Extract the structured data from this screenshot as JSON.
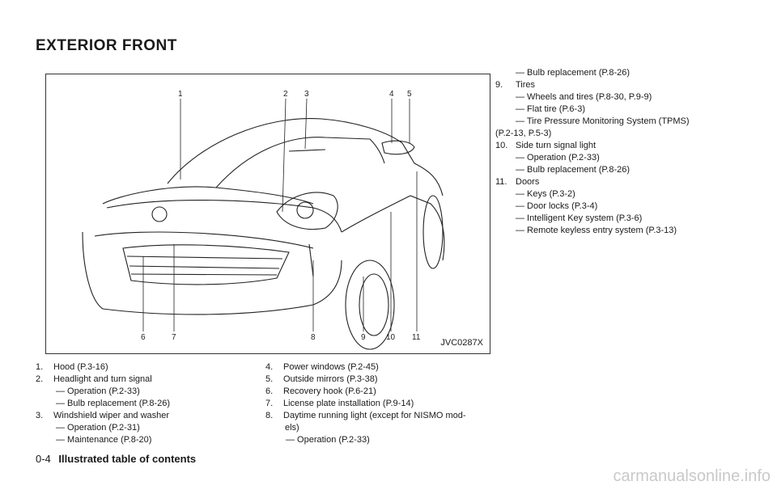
{
  "section_title": "EXTERIOR FRONT",
  "figure": {
    "code": "JVC0287X",
    "callouts": [
      "1",
      "2",
      "3",
      "4",
      "5",
      "6",
      "7",
      "8",
      "9",
      "10",
      "11"
    ]
  },
  "list_left": [
    {
      "num": "1.",
      "text": "Hood (P.3-16)",
      "subs": []
    },
    {
      "num": "2.",
      "text": "Headlight and turn signal",
      "subs": [
        "— Operation (P.2-33)",
        "— Bulb replacement (P.8-26)"
      ]
    },
    {
      "num": "3.",
      "text": "Windshield wiper and washer",
      "subs": [
        "— Operation (P.2-31)",
        "— Maintenance (P.8-20)"
      ]
    }
  ],
  "list_middle": [
    {
      "num": "4.",
      "text": "Power windows (P.2-45)",
      "subs": []
    },
    {
      "num": "5.",
      "text": "Outside mirrors (P.3-38)",
      "subs": []
    },
    {
      "num": "6.",
      "text": "Recovery hook (P.6-21)",
      "subs": []
    },
    {
      "num": "7.",
      "text": "License plate installation (P.9-14)",
      "subs": []
    },
    {
      "num": "8.",
      "text": "Daytime running light (except for NISMO mod-",
      "cont": "els)",
      "subs": [
        "— Operation (P.2-33)"
      ]
    }
  ],
  "list_right_lead": [
    "— Bulb replacement (P.8-26)"
  ],
  "list_right": [
    {
      "num": "9.",
      "text": "Tires",
      "subs": [
        "— Wheels and tires (P.8-30, P.9-9)",
        "— Flat tire (P.6-3)",
        "— Tire Pressure Monitoring System (TPMS)"
      ],
      "cont": "(P.2-13, P.5-3)"
    },
    {
      "num": "10.",
      "text": "Side turn signal light",
      "subs": [
        "— Operation (P.2-33)",
        "— Bulb replacement (P.8-26)"
      ]
    },
    {
      "num": "11.",
      "text": "Doors",
      "subs": [
        "— Keys (P.3-2)",
        "— Door locks (P.3-4)",
        "— Intelligent Key system (P.3-6)",
        "— Remote keyless entry system (P.3-13)"
      ]
    }
  ],
  "footer": {
    "page": "0-4",
    "title": "Illustrated table of contents"
  },
  "watermark": "carmanualsonline.info"
}
